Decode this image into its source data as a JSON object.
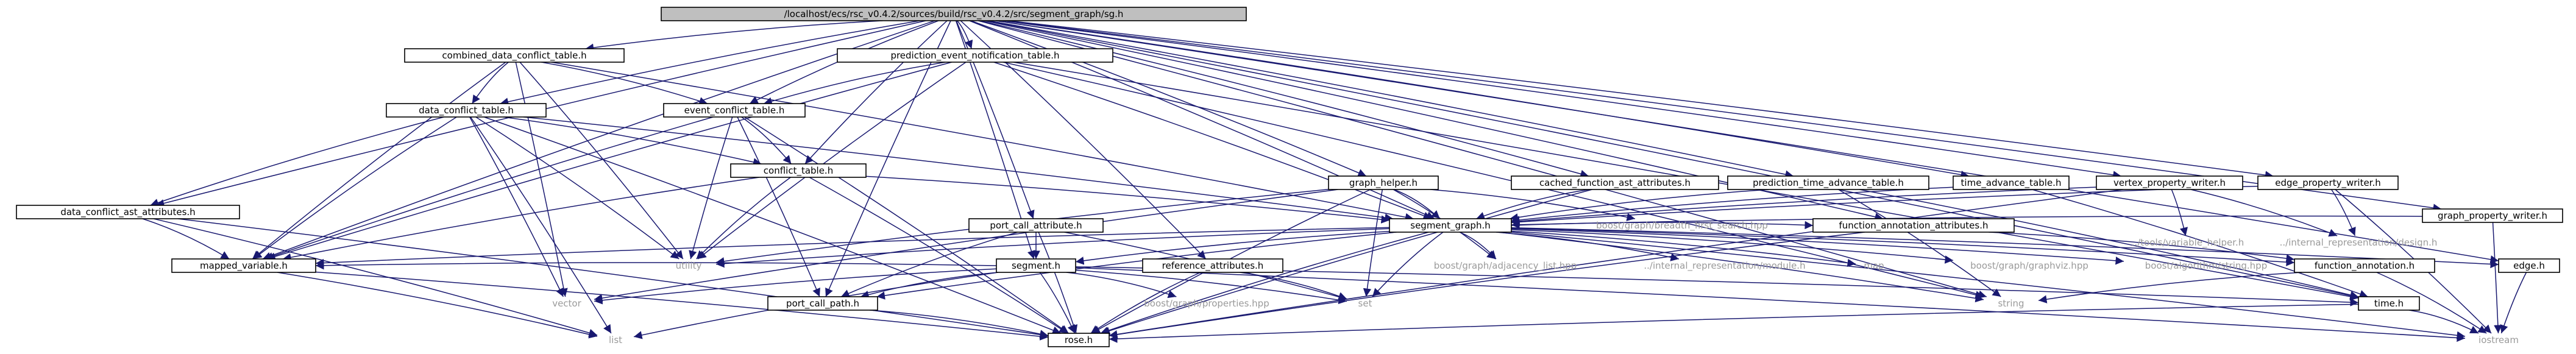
{
  "colors": {
    "edge": "#191970",
    "root_fill": "#bfbfbf",
    "node_fill": "#ffffff",
    "sys_text": "#9a9a9a"
  },
  "nodes": [
    {
      "id": "root",
      "label": "/localhost/ecs/rsc_v0.4.2/sources/build/rsc_v0.4.2/src/segment_graph/sg.h",
      "kind": "root"
    },
    {
      "id": "cdct",
      "label": "combined_data_conflict_table.h",
      "kind": "local"
    },
    {
      "id": "penot",
      "label": "prediction_event_notification_table.h",
      "kind": "local"
    },
    {
      "id": "dct",
      "label": "data_conflict_table.h",
      "kind": "local"
    },
    {
      "id": "ect",
      "label": "event_conflict_table.h",
      "kind": "local"
    },
    {
      "id": "ct",
      "label": "conflict_table.h",
      "kind": "local"
    },
    {
      "id": "dcaa",
      "label": "data_conflict_ast_attributes.h",
      "kind": "local"
    },
    {
      "id": "gh",
      "label": "graph_helper.h",
      "kind": "local"
    },
    {
      "id": "cfaa",
      "label": "cached_function_ast_attributes.h",
      "kind": "local"
    },
    {
      "id": "ptat",
      "label": "prediction_time_advance_table.h",
      "kind": "local"
    },
    {
      "id": "tat",
      "label": "time_advance_table.h",
      "kind": "local"
    },
    {
      "id": "vpw",
      "label": "vertex_property_writer.h",
      "kind": "local"
    },
    {
      "id": "epw",
      "label": "edge_property_writer.h",
      "kind": "local"
    },
    {
      "id": "gpw",
      "label": "graph_property_writer.h",
      "kind": "local"
    },
    {
      "id": "pca",
      "label": "port_call_attribute.h",
      "kind": "local"
    },
    {
      "id": "sgh",
      "label": "segment_graph.h",
      "kind": "local"
    },
    {
      "id": "faa",
      "label": "function_annotation_attributes.h",
      "kind": "local"
    },
    {
      "id": "ra",
      "label": "reference_attributes.h",
      "kind": "local"
    },
    {
      "id": "seg",
      "label": "segment.h",
      "kind": "local"
    },
    {
      "id": "fa",
      "label": "function_annotation.h",
      "kind": "local"
    },
    {
      "id": "mv",
      "label": "mapped_variable.h",
      "kind": "local"
    },
    {
      "id": "pcp",
      "label": "port_call_path.h",
      "kind": "local"
    },
    {
      "id": "timeh",
      "label": "time.h",
      "kind": "local"
    },
    {
      "id": "edgeh",
      "label": "edge.h",
      "kind": "local"
    },
    {
      "id": "roseh",
      "label": "rose.h",
      "kind": "local"
    },
    {
      "id": "utility",
      "label": "utility",
      "kind": "sys"
    },
    {
      "id": "vector",
      "label": "vector",
      "kind": "sys"
    },
    {
      "id": "list",
      "label": "list",
      "kind": "sys"
    },
    {
      "id": "set",
      "label": "set",
      "kind": "sys"
    },
    {
      "id": "string",
      "label": "string",
      "kind": "sys"
    },
    {
      "id": "iostream",
      "label": "iostream",
      "kind": "sys"
    },
    {
      "id": "map",
      "label": "map",
      "kind": "sys"
    },
    {
      "id": "bbfs",
      "label": "boost/graph/breadth_first_search.hpp",
      "kind": "sys"
    },
    {
      "id": "badj",
      "label": "boost/graph/adjacency_list.hpp",
      "kind": "sys"
    },
    {
      "id": "bprop",
      "label": "boost/graph/properties.hpp",
      "kind": "sys"
    },
    {
      "id": "bgv",
      "label": "boost/graph/graphviz.hpp",
      "kind": "sys"
    },
    {
      "id": "bstr",
      "label": "boost/algorithm/string.hpp",
      "kind": "sys"
    },
    {
      "id": "irmod",
      "label": "../internal_representation/module.h",
      "kind": "sys"
    },
    {
      "id": "irdes",
      "label": "../internal_representation/design.h",
      "kind": "sys"
    },
    {
      "id": "vh",
      "label": "../tools/variable_helper.h",
      "kind": "sys"
    }
  ],
  "edges": [
    [
      "root",
      "cdct"
    ],
    [
      "root",
      "penot"
    ],
    [
      "root",
      "dct"
    ],
    [
      "root",
      "ect"
    ],
    [
      "root",
      "ct"
    ],
    [
      "root",
      "dcaa"
    ],
    [
      "root",
      "gh"
    ],
    [
      "root",
      "cfaa"
    ],
    [
      "root",
      "ptat"
    ],
    [
      "root",
      "tat"
    ],
    [
      "root",
      "vpw"
    ],
    [
      "root",
      "epw"
    ],
    [
      "root",
      "gpw"
    ],
    [
      "root",
      "pca"
    ],
    [
      "root",
      "sgh"
    ],
    [
      "root",
      "faa"
    ],
    [
      "root",
      "ra"
    ],
    [
      "root",
      "seg"
    ],
    [
      "root",
      "mv"
    ],
    [
      "root",
      "pcp"
    ],
    [
      "root",
      "timeh"
    ],
    [
      "root",
      "edgeh"
    ],
    [
      "root",
      "string"
    ],
    [
      "cdct",
      "dct"
    ],
    [
      "cdct",
      "ect"
    ],
    [
      "cdct",
      "utility"
    ],
    [
      "cdct",
      "sgh"
    ],
    [
      "cdct",
      "mv"
    ],
    [
      "cdct",
      "vector"
    ],
    [
      "penot",
      "ect"
    ],
    [
      "penot",
      "sgh"
    ],
    [
      "penot",
      "timeh"
    ],
    [
      "penot",
      "utility"
    ],
    [
      "penot",
      "mv"
    ],
    [
      "penot",
      "string"
    ],
    [
      "dct",
      "ct"
    ],
    [
      "dct",
      "dcaa"
    ],
    [
      "dct",
      "sgh"
    ],
    [
      "dct",
      "utility"
    ],
    [
      "dct",
      "mv"
    ],
    [
      "dct",
      "vector"
    ],
    [
      "dct",
      "roseh"
    ],
    [
      "dct",
      "list"
    ],
    [
      "ect",
      "ct"
    ],
    [
      "ect",
      "mv"
    ],
    [
      "ect",
      "roseh"
    ],
    [
      "ect",
      "pcp"
    ],
    [
      "ect",
      "utility"
    ],
    [
      "ct",
      "mv"
    ],
    [
      "ct",
      "utility"
    ],
    [
      "ct",
      "roseh"
    ],
    [
      "ct",
      "sgh"
    ],
    [
      "dcaa",
      "mv"
    ],
    [
      "dcaa",
      "roseh"
    ],
    [
      "dcaa",
      "list"
    ],
    [
      "gh",
      "sgh"
    ],
    [
      "gh",
      "bbfs"
    ],
    [
      "gh",
      "badj"
    ],
    [
      "gh",
      "utility"
    ],
    [
      "gh",
      "set"
    ],
    [
      "gh",
      "roseh"
    ],
    [
      "gh",
      "vector"
    ],
    [
      "cfaa",
      "sgh"
    ],
    [
      "cfaa",
      "roseh"
    ],
    [
      "ptat",
      "sgh"
    ],
    [
      "ptat",
      "timeh"
    ],
    [
      "ptat",
      "string"
    ],
    [
      "tat",
      "sgh"
    ],
    [
      "tat",
      "timeh"
    ],
    [
      "vpw",
      "sgh"
    ],
    [
      "vpw",
      "vh"
    ],
    [
      "vpw",
      "irdes"
    ],
    [
      "vpw",
      "roseh"
    ],
    [
      "epw",
      "sgh"
    ],
    [
      "epw",
      "irdes"
    ],
    [
      "epw",
      "iostream"
    ],
    [
      "gpw",
      "sgh"
    ],
    [
      "gpw",
      "iostream"
    ],
    [
      "pca",
      "seg"
    ],
    [
      "pca",
      "set"
    ],
    [
      "pca",
      "roseh"
    ],
    [
      "pca",
      "pcp"
    ],
    [
      "sgh",
      "seg"
    ],
    [
      "sgh",
      "utility"
    ],
    [
      "sgh",
      "badj"
    ],
    [
      "sgh",
      "irmod"
    ],
    [
      "sgh",
      "map"
    ],
    [
      "sgh",
      "bgv"
    ],
    [
      "sgh",
      "bstr"
    ],
    [
      "sgh",
      "fa"
    ],
    [
      "sgh",
      "edgeh"
    ],
    [
      "sgh",
      "set"
    ],
    [
      "sgh",
      "string"
    ],
    [
      "sgh",
      "roseh"
    ],
    [
      "sgh",
      "iostream"
    ],
    [
      "sgh",
      "pcp"
    ],
    [
      "sgh",
      "mv"
    ],
    [
      "sgh",
      "faa"
    ],
    [
      "faa",
      "fa"
    ],
    [
      "faa",
      "roseh"
    ],
    [
      "ra",
      "set"
    ],
    [
      "ra",
      "roseh"
    ],
    [
      "seg",
      "mv"
    ],
    [
      "seg",
      "pcp"
    ],
    [
      "seg",
      "bprop"
    ],
    [
      "seg",
      "set"
    ],
    [
      "seg",
      "roseh"
    ],
    [
      "seg",
      "timeh"
    ],
    [
      "seg",
      "vector"
    ],
    [
      "seg",
      "iostream"
    ],
    [
      "seg",
      "list"
    ],
    [
      "fa",
      "string"
    ],
    [
      "fa",
      "iostream"
    ],
    [
      "mv",
      "roseh"
    ],
    [
      "mv",
      "list"
    ],
    [
      "pcp",
      "roseh"
    ],
    [
      "timeh",
      "iostream"
    ],
    [
      "timeh",
      "roseh"
    ],
    [
      "edgeh",
      "iostream"
    ]
  ]
}
